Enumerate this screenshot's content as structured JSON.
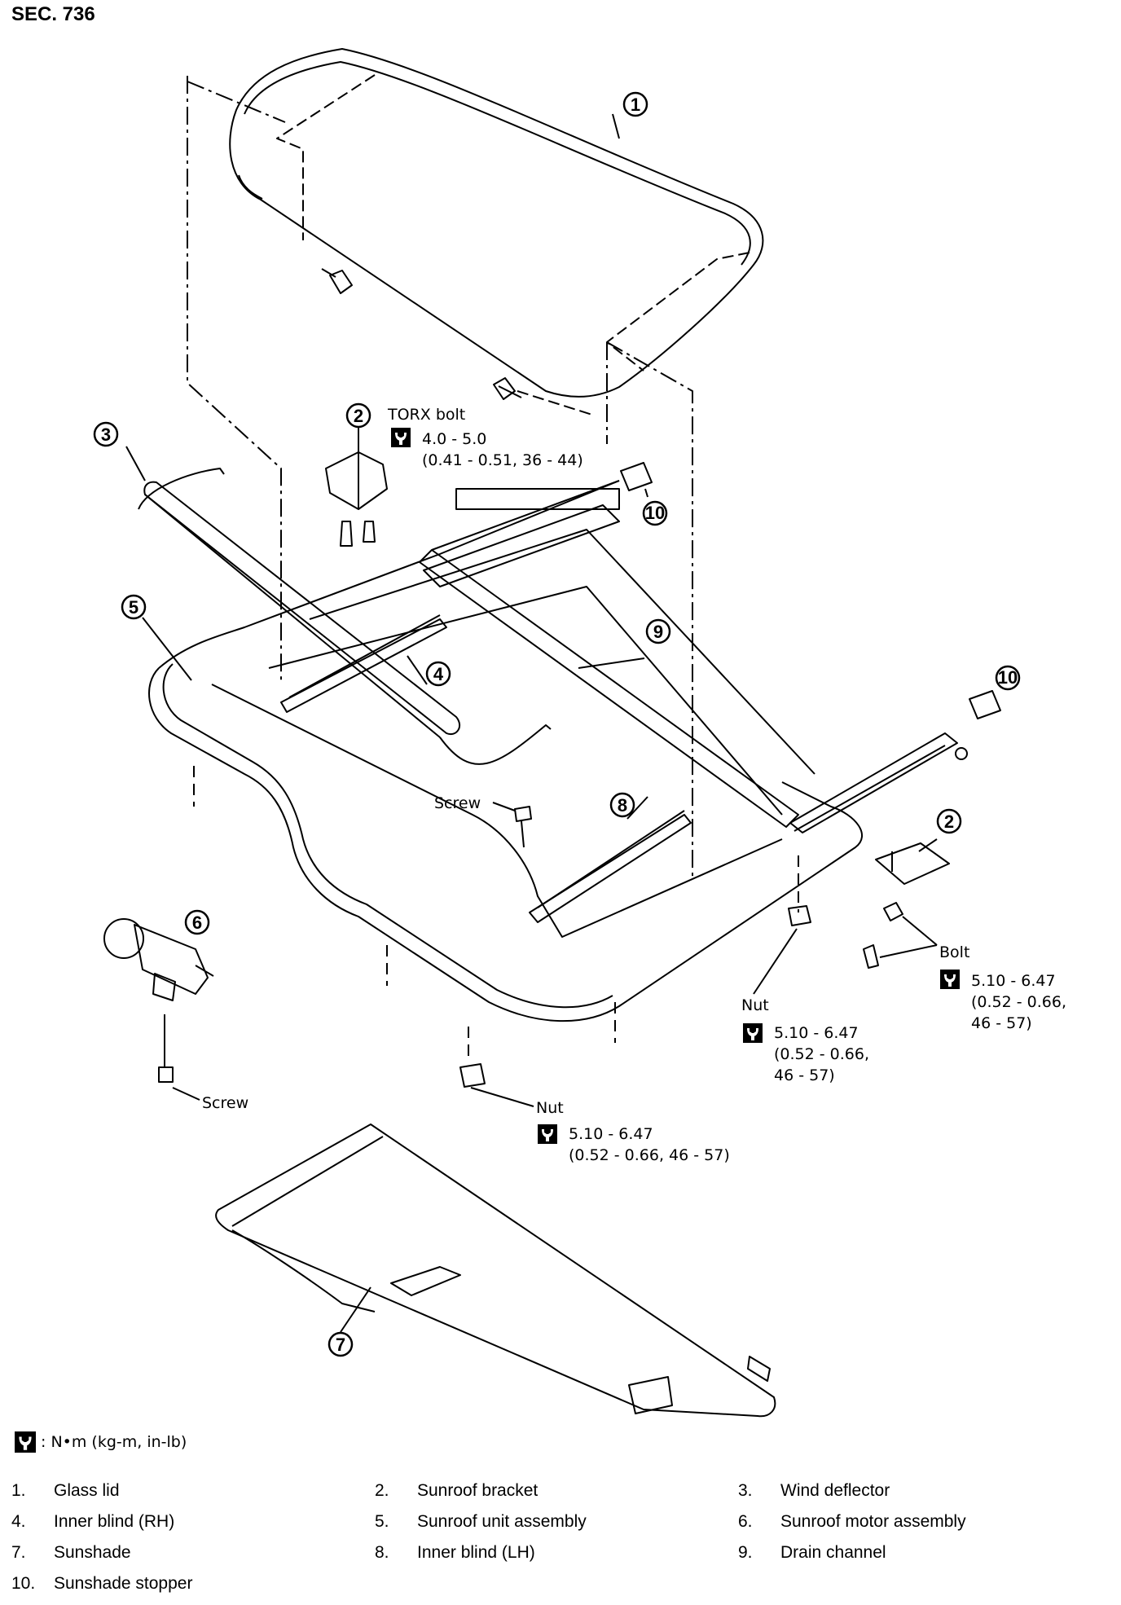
{
  "section": "SEC. 736",
  "callouts": {
    "torx_label": "TORX bolt",
    "torx_spec": "4.0 - 5.0",
    "torx_spec2": "(0.41 - 0.51, 36 - 44)",
    "screw_upper": "Screw",
    "screw_lower": "Screw",
    "bolt_label": "Bolt",
    "bolt_spec": "5.10 - 6.47",
    "bolt_spec2": "(0.52 - 0.66,",
    "bolt_spec3": "46 - 57)",
    "nut_right_label": "Nut",
    "nut_right_spec": "5.10 - 6.47",
    "nut_right_spec2": "(0.52 - 0.66,",
    "nut_right_spec3": "46 - 57)",
    "nut_bottom_label": "Nut",
    "nut_bottom_spec": "5.10 - 6.47",
    "nut_bottom_spec2": "(0.52 - 0.66, 46 - 57)"
  },
  "index_numbers": {
    "n1": "1",
    "n2a": "2",
    "n2b": "2",
    "n3": "3",
    "n4": "4",
    "n5": "5",
    "n6": "6",
    "n7": "7",
    "n8": "8",
    "n9": "9",
    "n10a": "10",
    "n10b": "10"
  },
  "legend": ": N•m (kg-m, in-lb)",
  "parts": [
    {
      "num": "1.",
      "label": "Glass lid"
    },
    {
      "num": "2.",
      "label": "Sunroof bracket"
    },
    {
      "num": "3.",
      "label": "Wind deflector"
    },
    {
      "num": "4.",
      "label": "Inner blind (RH)"
    },
    {
      "num": "5.",
      "label": "Sunroof unit assembly"
    },
    {
      "num": "6.",
      "label": "Sunroof motor assembly"
    },
    {
      "num": "7.",
      "label": "Sunshade"
    },
    {
      "num": "8.",
      "label": "Inner blind (LH)"
    },
    {
      "num": "9.",
      "label": "Drain channel"
    },
    {
      "num": "10.",
      "label": "Sunshade stopper"
    }
  ]
}
